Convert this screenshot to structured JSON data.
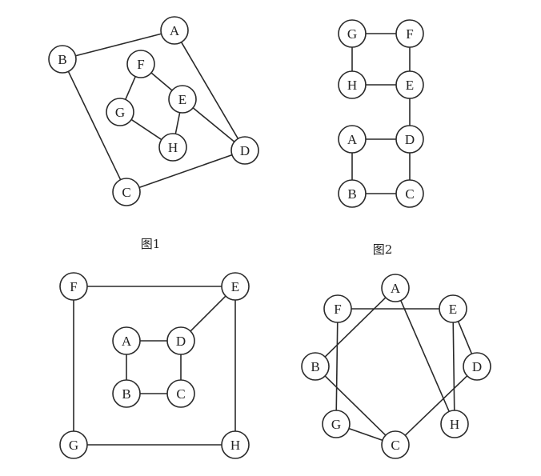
{
  "figures": [
    {
      "id": "fig1",
      "caption": "图1",
      "nodes": [
        {
          "id": "A",
          "label": "A"
        },
        {
          "id": "B",
          "label": "B"
        },
        {
          "id": "C",
          "label": "C"
        },
        {
          "id": "D",
          "label": "D"
        },
        {
          "id": "E",
          "label": "E"
        },
        {
          "id": "F",
          "label": "F"
        },
        {
          "id": "G",
          "label": "G"
        },
        {
          "id": "H",
          "label": "H"
        }
      ],
      "edges": [
        [
          "B",
          "A"
        ],
        [
          "A",
          "D"
        ],
        [
          "B",
          "C"
        ],
        [
          "C",
          "D"
        ],
        [
          "F",
          "E"
        ],
        [
          "F",
          "G"
        ],
        [
          "G",
          "H"
        ],
        [
          "H",
          "E"
        ],
        [
          "E",
          "D"
        ]
      ]
    },
    {
      "id": "fig2",
      "caption": "图2",
      "nodes": [
        {
          "id": "G",
          "label": "G"
        },
        {
          "id": "F",
          "label": "F"
        },
        {
          "id": "H",
          "label": "H"
        },
        {
          "id": "E",
          "label": "E"
        },
        {
          "id": "A",
          "label": "A"
        },
        {
          "id": "D",
          "label": "D"
        },
        {
          "id": "B",
          "label": "B"
        },
        {
          "id": "C",
          "label": "C"
        }
      ],
      "edges": [
        [
          "G",
          "F"
        ],
        [
          "G",
          "H"
        ],
        [
          "F",
          "E"
        ],
        [
          "H",
          "E"
        ],
        [
          "E",
          "D"
        ],
        [
          "A",
          "D"
        ],
        [
          "A",
          "B"
        ],
        [
          "B",
          "C"
        ],
        [
          "D",
          "C"
        ]
      ]
    },
    {
      "id": "fig3",
      "caption": "",
      "nodes": [
        {
          "id": "F",
          "label": "F"
        },
        {
          "id": "E",
          "label": "E"
        },
        {
          "id": "A",
          "label": "A"
        },
        {
          "id": "D",
          "label": "D"
        },
        {
          "id": "B",
          "label": "B"
        },
        {
          "id": "C",
          "label": "C"
        },
        {
          "id": "G",
          "label": "G"
        },
        {
          "id": "H",
          "label": "H"
        }
      ],
      "edges": [
        [
          "F",
          "E"
        ],
        [
          "F",
          "G"
        ],
        [
          "E",
          "H"
        ],
        [
          "G",
          "H"
        ],
        [
          "E",
          "D"
        ],
        [
          "A",
          "D"
        ],
        [
          "A",
          "B"
        ],
        [
          "B",
          "C"
        ],
        [
          "D",
          "C"
        ]
      ]
    },
    {
      "id": "fig4",
      "caption": "",
      "nodes": [
        {
          "id": "A",
          "label": "A"
        },
        {
          "id": "F",
          "label": "F"
        },
        {
          "id": "E",
          "label": "E"
        },
        {
          "id": "B",
          "label": "B"
        },
        {
          "id": "D",
          "label": "D"
        },
        {
          "id": "G",
          "label": "G"
        },
        {
          "id": "H",
          "label": "H"
        },
        {
          "id": "C",
          "label": "C"
        }
      ],
      "edges": [
        [
          "A",
          "B"
        ],
        [
          "A",
          "H"
        ],
        [
          "F",
          "E"
        ],
        [
          "F",
          "G"
        ],
        [
          "E",
          "D"
        ],
        [
          "E",
          "H"
        ],
        [
          "D",
          "C"
        ],
        [
          "B",
          "C"
        ],
        [
          "G",
          "C"
        ]
      ]
    }
  ]
}
